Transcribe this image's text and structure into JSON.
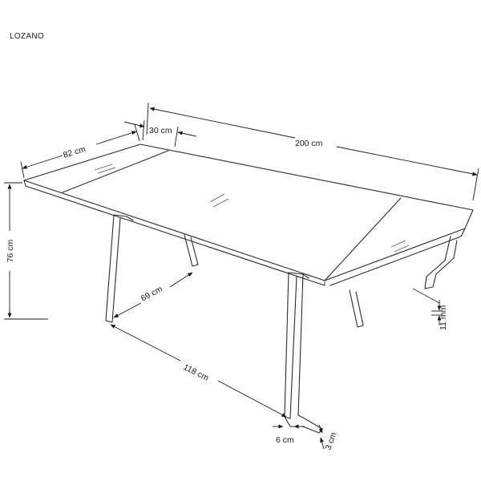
{
  "title": "LOZANO",
  "dimensions": {
    "length": "200 cm",
    "extension": "30 cm",
    "width": "82 cm",
    "height": "76 cm",
    "leg_span_width": "69 cm",
    "leg_span_length": "118 cm",
    "leg_thickness": "6 cm",
    "leg_depth": "3 cm",
    "glass_thickness": "11 mm"
  }
}
